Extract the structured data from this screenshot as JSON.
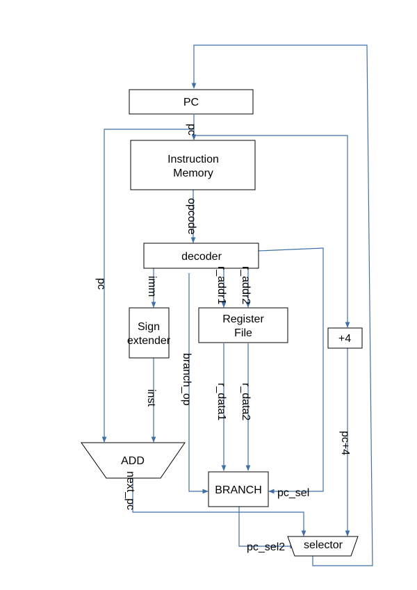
{
  "blocks": {
    "pc": "PC",
    "imem_line1": "Instruction",
    "imem_line2": "Memory",
    "decoder": "decoder",
    "sign_line1": "Sign",
    "sign_line2": "extender",
    "regfile_line1": "Register",
    "regfile_line2": "File",
    "plus4": "+4",
    "add": "ADD",
    "branch": "BRANCH",
    "selector": "selector"
  },
  "signals": {
    "pc_top": "pc",
    "pc_left": "pc",
    "opcode": "opcode",
    "imm": "imm",
    "r_addr1": "r_addr1",
    "r_addr2": "r_addr2",
    "branch_op": "branch_op",
    "inst": "inst",
    "r_data1": "r_data1",
    "r_data2": "r_data2",
    "pc_plus4": "pc+4",
    "next_pc": "next_pc",
    "pc_sel": "pc_sel",
    "pc_sel2": "pc_sel2"
  },
  "colors": {
    "wire": "#3f6fa6",
    "block_border": "#000000"
  }
}
